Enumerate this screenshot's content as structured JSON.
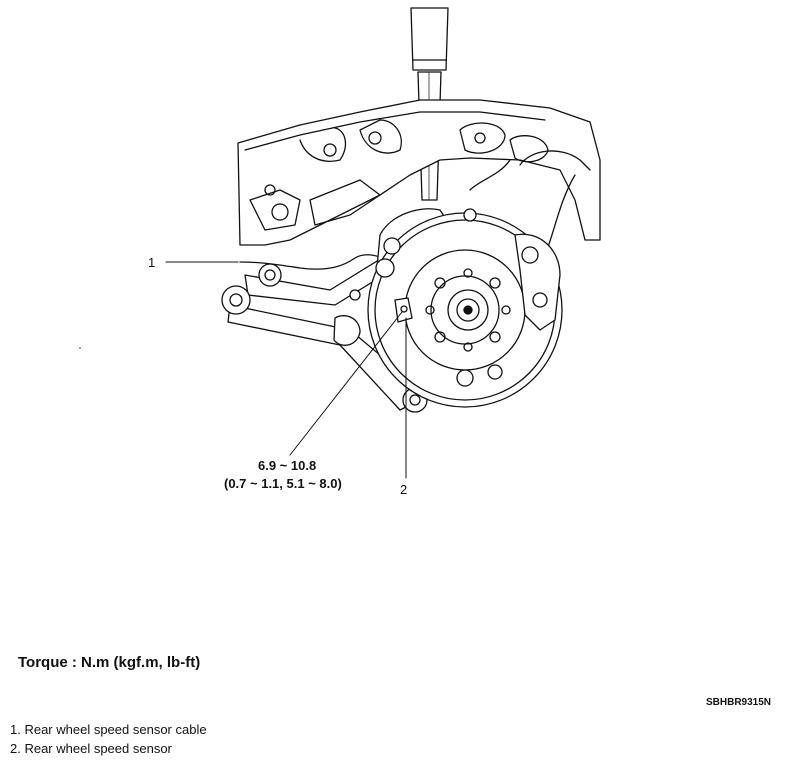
{
  "callouts": {
    "one": "1",
    "two": "2"
  },
  "torque": {
    "value": "6.9 ~ 10.8",
    "conversion": "(0.7 ~ 1.1, 5.1 ~ 8.0)",
    "title": "Torque : N.m (kgf.m, lb-ft)"
  },
  "figure_code": "SBHBR9315N",
  "legend": [
    "1. Rear wheel speed sensor cable",
    "2. Rear wheel speed sensor"
  ]
}
